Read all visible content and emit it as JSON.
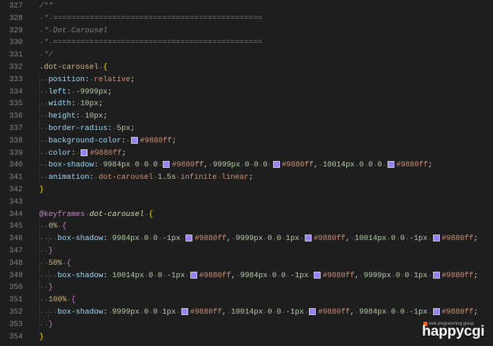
{
  "theme": {
    "bg": "#1e1e1e",
    "gutter_fg": "#858585",
    "text": "#d4d4d4",
    "comment": "#7f7f7f",
    "selector": "#d7ba7d",
    "bracket1": "#ffd700",
    "bracket2": "#da70d6",
    "property": "#9cdcfe",
    "keyword": "#ce9178",
    "number": "#b5cea8",
    "hex": "#ce9178",
    "at_rule": "#c586c0",
    "keyframes_name": "#dcdcaa",
    "keyframe_selector": "#d7ba7d",
    "whitespace": "#4e4e4e",
    "guide": "#3e3e3e",
    "swatch_border": "#d0d0d0"
  },
  "editor": {
    "lines": [
      {
        "n": "327",
        "tokens": [
          [
            "cm",
            "/**"
          ]
        ]
      },
      {
        "n": "328",
        "tokens": [
          [
            "ws",
            " "
          ],
          [
            "cm",
            "*"
          ],
          [
            "ws",
            " "
          ],
          [
            "cm",
            "=============================================="
          ]
        ]
      },
      {
        "n": "329",
        "tokens": [
          [
            "ws",
            " "
          ],
          [
            "cm",
            "*"
          ],
          [
            "ws",
            " "
          ],
          [
            "cm",
            "Dot"
          ],
          [
            "ws",
            " "
          ],
          [
            "cm",
            "Carousel"
          ]
        ]
      },
      {
        "n": "330",
        "tokens": [
          [
            "ws",
            " "
          ],
          [
            "cm",
            "*"
          ],
          [
            "ws",
            " "
          ],
          [
            "cm",
            "=============================================="
          ]
        ]
      },
      {
        "n": "331",
        "tokens": [
          [
            "ws",
            " "
          ],
          [
            "cm",
            "*/"
          ]
        ]
      },
      {
        "n": "332",
        "tokens": [
          [
            "sel",
            ".dot-carousel"
          ],
          [
            "ws",
            " "
          ],
          [
            "b1",
            "{"
          ]
        ]
      },
      {
        "n": "333",
        "tokens": [
          [
            "ws",
            "  "
          ],
          [
            "prop",
            "position"
          ],
          [
            "p",
            ":"
          ],
          [
            "ws",
            " "
          ],
          [
            "kw",
            "relative"
          ],
          [
            "p",
            ";"
          ]
        ]
      },
      {
        "n": "334",
        "tokens": [
          [
            "ws",
            "  "
          ],
          [
            "prop",
            "left"
          ],
          [
            "p",
            ":"
          ],
          [
            "ws",
            " "
          ],
          [
            "num",
            "-9999px"
          ],
          [
            "p",
            ";"
          ]
        ]
      },
      {
        "n": "335",
        "tokens": [
          [
            "ws",
            "  "
          ],
          [
            "prop",
            "width"
          ],
          [
            "p",
            ":"
          ],
          [
            "ws",
            " "
          ],
          [
            "num",
            "10px"
          ],
          [
            "p",
            ";"
          ]
        ]
      },
      {
        "n": "336",
        "tokens": [
          [
            "ws",
            "  "
          ],
          [
            "prop",
            "height"
          ],
          [
            "p",
            ":"
          ],
          [
            "ws",
            " "
          ],
          [
            "num",
            "10px"
          ],
          [
            "p",
            ";"
          ]
        ]
      },
      {
        "n": "337",
        "tokens": [
          [
            "ws",
            "  "
          ],
          [
            "prop",
            "border-radius"
          ],
          [
            "p",
            ":"
          ],
          [
            "ws",
            " "
          ],
          [
            "num",
            "5px"
          ],
          [
            "p",
            ";"
          ]
        ]
      },
      {
        "n": "338",
        "tokens": [
          [
            "ws",
            "  "
          ],
          [
            "prop",
            "background-color"
          ],
          [
            "p",
            ":"
          ],
          [
            "ws",
            " "
          ],
          [
            "sw",
            "#9880ff"
          ],
          [
            "hex",
            "#9880ff"
          ],
          [
            "p",
            ";"
          ]
        ]
      },
      {
        "n": "339",
        "tokens": [
          [
            "ws",
            "  "
          ],
          [
            "prop",
            "color"
          ],
          [
            "p",
            ":"
          ],
          [
            "ws",
            " "
          ],
          [
            "sw",
            "#9880ff"
          ],
          [
            "hex",
            "#9880ff"
          ],
          [
            "p",
            ";"
          ]
        ]
      },
      {
        "n": "340",
        "tokens": [
          [
            "ws",
            "  "
          ],
          [
            "prop",
            "box-shadow"
          ],
          [
            "p",
            ":"
          ],
          [
            "ws",
            " "
          ],
          [
            "num",
            "9984px"
          ],
          [
            "ws",
            " "
          ],
          [
            "num",
            "0"
          ],
          [
            "ws",
            " "
          ],
          [
            "num",
            "0"
          ],
          [
            "ws",
            " "
          ],
          [
            "num",
            "0"
          ],
          [
            "ws",
            " "
          ],
          [
            "sw",
            "#9880ff"
          ],
          [
            "hex",
            "#9880ff"
          ],
          [
            "p",
            ","
          ],
          [
            "ws",
            " "
          ],
          [
            "num",
            "9999px"
          ],
          [
            "ws",
            " "
          ],
          [
            "num",
            "0"
          ],
          [
            "ws",
            " "
          ],
          [
            "num",
            "0"
          ],
          [
            "ws",
            " "
          ],
          [
            "num",
            "0"
          ],
          [
            "ws",
            " "
          ],
          [
            "sw",
            "#9880ff"
          ],
          [
            "hex",
            "#9880ff"
          ],
          [
            "p",
            ","
          ],
          [
            "ws",
            " "
          ],
          [
            "num",
            "10014px"
          ],
          [
            "ws",
            " "
          ],
          [
            "num",
            "0"
          ],
          [
            "ws",
            " "
          ],
          [
            "num",
            "0"
          ],
          [
            "ws",
            " "
          ],
          [
            "num",
            "0"
          ],
          [
            "ws",
            " "
          ],
          [
            "sw",
            "#9880ff"
          ],
          [
            "hex",
            "#9880ff"
          ],
          [
            "p",
            ";"
          ]
        ]
      },
      {
        "n": "341",
        "tokens": [
          [
            "ws",
            "  "
          ],
          [
            "prop",
            "animation"
          ],
          [
            "p",
            ":"
          ],
          [
            "ws",
            " "
          ],
          [
            "kw",
            "dot-carousel"
          ],
          [
            "ws",
            " "
          ],
          [
            "num",
            "1.5s"
          ],
          [
            "ws",
            " "
          ],
          [
            "kw",
            "infinite"
          ],
          [
            "ws",
            " "
          ],
          [
            "kw",
            "linear"
          ],
          [
            "p",
            ";"
          ]
        ]
      },
      {
        "n": "342",
        "tokens": [
          [
            "b1",
            "}"
          ]
        ]
      },
      {
        "n": "343",
        "tokens": []
      },
      {
        "n": "344",
        "tokens": [
          [
            "at",
            "@keyframes"
          ],
          [
            "ws",
            " "
          ],
          [
            "kf",
            "dot-carousel"
          ],
          [
            "ws",
            " "
          ],
          [
            "b1",
            "{"
          ]
        ]
      },
      {
        "n": "345",
        "tokens": [
          [
            "ws",
            "  "
          ],
          [
            "pct",
            "0%"
          ],
          [
            "ws",
            " "
          ],
          [
            "b2",
            "{"
          ]
        ]
      },
      {
        "n": "346",
        "tokens": [
          [
            "ws",
            "    "
          ],
          [
            "prop",
            "box-shadow"
          ],
          [
            "p",
            ":"
          ],
          [
            "ws",
            " "
          ],
          [
            "num",
            "9984px"
          ],
          [
            "ws",
            " "
          ],
          [
            "num",
            "0"
          ],
          [
            "ws",
            " "
          ],
          [
            "num",
            "0"
          ],
          [
            "ws",
            " "
          ],
          [
            "num",
            "-1px"
          ],
          [
            "ws",
            " "
          ],
          [
            "sw",
            "#9880ff"
          ],
          [
            "hex",
            "#9880ff"
          ],
          [
            "p",
            ","
          ],
          [
            "ws",
            " "
          ],
          [
            "num",
            "9999px"
          ],
          [
            "ws",
            " "
          ],
          [
            "num",
            "0"
          ],
          [
            "ws",
            " "
          ],
          [
            "num",
            "0"
          ],
          [
            "ws",
            " "
          ],
          [
            "num",
            "1px"
          ],
          [
            "ws",
            " "
          ],
          [
            "sw",
            "#9880ff"
          ],
          [
            "hex",
            "#9880ff"
          ],
          [
            "p",
            ","
          ],
          [
            "ws",
            " "
          ],
          [
            "num",
            "10014px"
          ],
          [
            "ws",
            " "
          ],
          [
            "num",
            "0"
          ],
          [
            "ws",
            " "
          ],
          [
            "num",
            "0"
          ],
          [
            "ws",
            " "
          ],
          [
            "num",
            "-1px"
          ],
          [
            "ws",
            " "
          ],
          [
            "sw",
            "#9880ff"
          ],
          [
            "hex",
            "#9880ff"
          ],
          [
            "p",
            ";"
          ]
        ]
      },
      {
        "n": "347",
        "tokens": [
          [
            "ws",
            "  "
          ],
          [
            "b2",
            "}"
          ]
        ]
      },
      {
        "n": "348",
        "tokens": [
          [
            "ws",
            "  "
          ],
          [
            "pct",
            "50%"
          ],
          [
            "ws",
            " "
          ],
          [
            "b2",
            "{"
          ]
        ]
      },
      {
        "n": "349",
        "tokens": [
          [
            "ws",
            "    "
          ],
          [
            "prop",
            "box-shadow"
          ],
          [
            "p",
            ":"
          ],
          [
            "ws",
            " "
          ],
          [
            "num",
            "10014px"
          ],
          [
            "ws",
            " "
          ],
          [
            "num",
            "0"
          ],
          [
            "ws",
            " "
          ],
          [
            "num",
            "0"
          ],
          [
            "ws",
            " "
          ],
          [
            "num",
            "-1px"
          ],
          [
            "ws",
            " "
          ],
          [
            "sw",
            "#9880ff"
          ],
          [
            "hex",
            "#9880ff"
          ],
          [
            "p",
            ","
          ],
          [
            "ws",
            " "
          ],
          [
            "num",
            "9984px"
          ],
          [
            "ws",
            " "
          ],
          [
            "num",
            "0"
          ],
          [
            "ws",
            " "
          ],
          [
            "num",
            "0"
          ],
          [
            "ws",
            " "
          ],
          [
            "num",
            "-1px"
          ],
          [
            "ws",
            " "
          ],
          [
            "sw",
            "#9880ff"
          ],
          [
            "hex",
            "#9880ff"
          ],
          [
            "p",
            ","
          ],
          [
            "ws",
            " "
          ],
          [
            "num",
            "9999px"
          ],
          [
            "ws",
            " "
          ],
          [
            "num",
            "0"
          ],
          [
            "ws",
            " "
          ],
          [
            "num",
            "0"
          ],
          [
            "ws",
            " "
          ],
          [
            "num",
            "1px"
          ],
          [
            "ws",
            " "
          ],
          [
            "sw",
            "#9880ff"
          ],
          [
            "hex",
            "#9880ff"
          ],
          [
            "p",
            ";"
          ]
        ]
      },
      {
        "n": "350",
        "tokens": [
          [
            "ws",
            "  "
          ],
          [
            "b2",
            "}"
          ]
        ]
      },
      {
        "n": "351",
        "tokens": [
          [
            "ws",
            "  "
          ],
          [
            "pct",
            "100%"
          ],
          [
            "ws",
            " "
          ],
          [
            "b2",
            "{"
          ]
        ]
      },
      {
        "n": "352",
        "tokens": [
          [
            "ws",
            "    "
          ],
          [
            "prop",
            "box-shadow"
          ],
          [
            "p",
            ":"
          ],
          [
            "ws",
            " "
          ],
          [
            "num",
            "9999px"
          ],
          [
            "ws",
            " "
          ],
          [
            "num",
            "0"
          ],
          [
            "ws",
            " "
          ],
          [
            "num",
            "0"
          ],
          [
            "ws",
            " "
          ],
          [
            "num",
            "1px"
          ],
          [
            "ws",
            " "
          ],
          [
            "sw",
            "#9880ff"
          ],
          [
            "hex",
            "#9880ff"
          ],
          [
            "p",
            ","
          ],
          [
            "ws",
            " "
          ],
          [
            "num",
            "10014px"
          ],
          [
            "ws",
            " "
          ],
          [
            "num",
            "0"
          ],
          [
            "ws",
            " "
          ],
          [
            "num",
            "0"
          ],
          [
            "ws",
            " "
          ],
          [
            "num",
            "-1px"
          ],
          [
            "ws",
            " "
          ],
          [
            "sw",
            "#9880ff"
          ],
          [
            "hex",
            "#9880ff"
          ],
          [
            "p",
            ","
          ],
          [
            "ws",
            " "
          ],
          [
            "num",
            "9984px"
          ],
          [
            "ws",
            " "
          ],
          [
            "num",
            "0"
          ],
          [
            "ws",
            " "
          ],
          [
            "num",
            "0"
          ],
          [
            "ws",
            " "
          ],
          [
            "num",
            "-1px"
          ],
          [
            "ws",
            " "
          ],
          [
            "sw",
            "#9880ff"
          ],
          [
            "hex",
            "#9880ff"
          ],
          [
            "p",
            ";"
          ]
        ]
      },
      {
        "n": "353",
        "tokens": [
          [
            "ws",
            "  "
          ],
          [
            "b2",
            "}"
          ]
        ]
      },
      {
        "n": "354",
        "tokens": [
          [
            "b1",
            "}"
          ]
        ]
      }
    ]
  },
  "watermark": {
    "tagline": "web programming group",
    "brand": "happycgi",
    "logo_color": "#f26522"
  }
}
